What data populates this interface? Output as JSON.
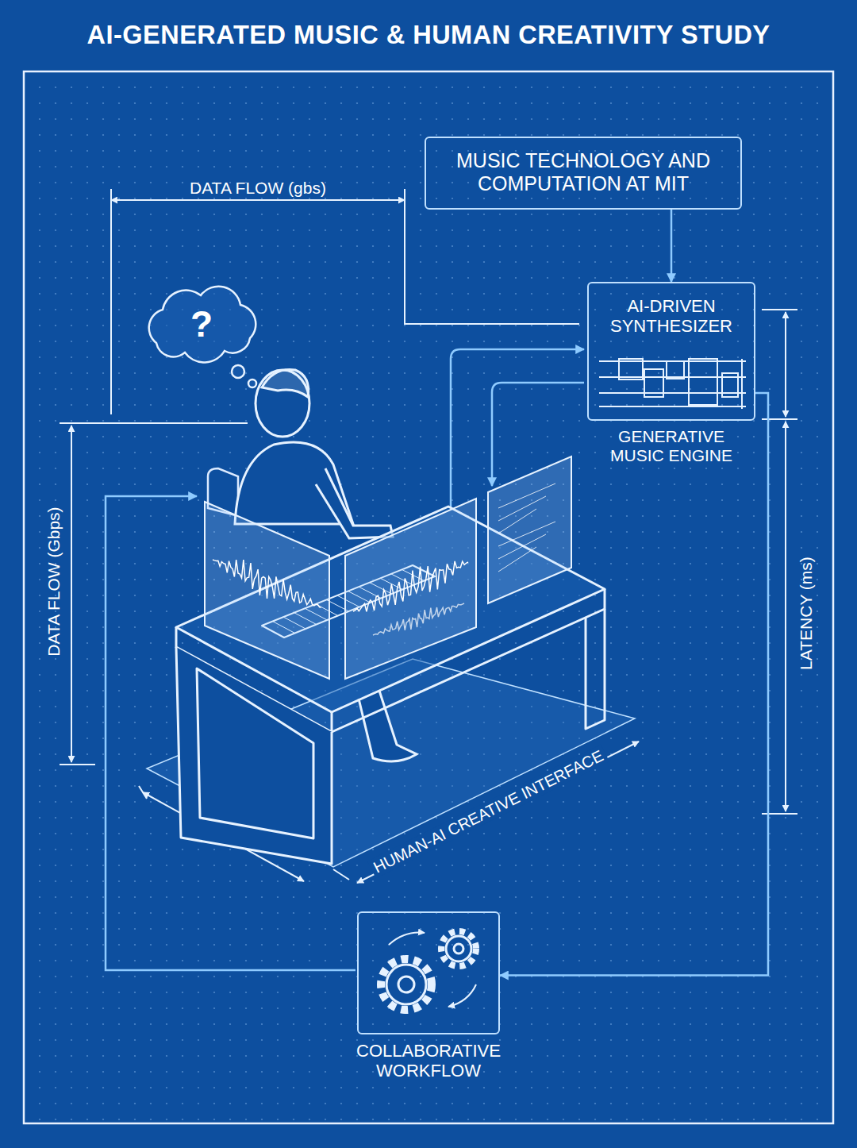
{
  "diagram": {
    "title": "AI-GENERATED MUSIC & HUMAN CREATIVITY STUDY",
    "nodes": [
      {
        "text": [
          "MUSIC TECHNOLOGY AND COMPUTATION AT MIT"
        ]
      },
      {
        "text": [
          "AI-DRIVEN SYNTHESIZER",
          "GENERATIVE MUSIC ENGINE"
        ]
      },
      {
        "text": [
          "COLLABORATIVE WORKFLOW"
        ]
      }
    ],
    "edges": [
      {
        "from": 0,
        "to": 1,
        "arrow": "to"
      },
      {
        "from": 1,
        "to": 2,
        "arrow": "to"
      }
    ],
    "labels": [
      "DATA FLOW (gbs)",
      "DATA FLOW (Gbps)",
      "LATENCY (ms)",
      "HUMAN-AI CREATIVE INTERFACE",
      "?"
    ]
  }
}
